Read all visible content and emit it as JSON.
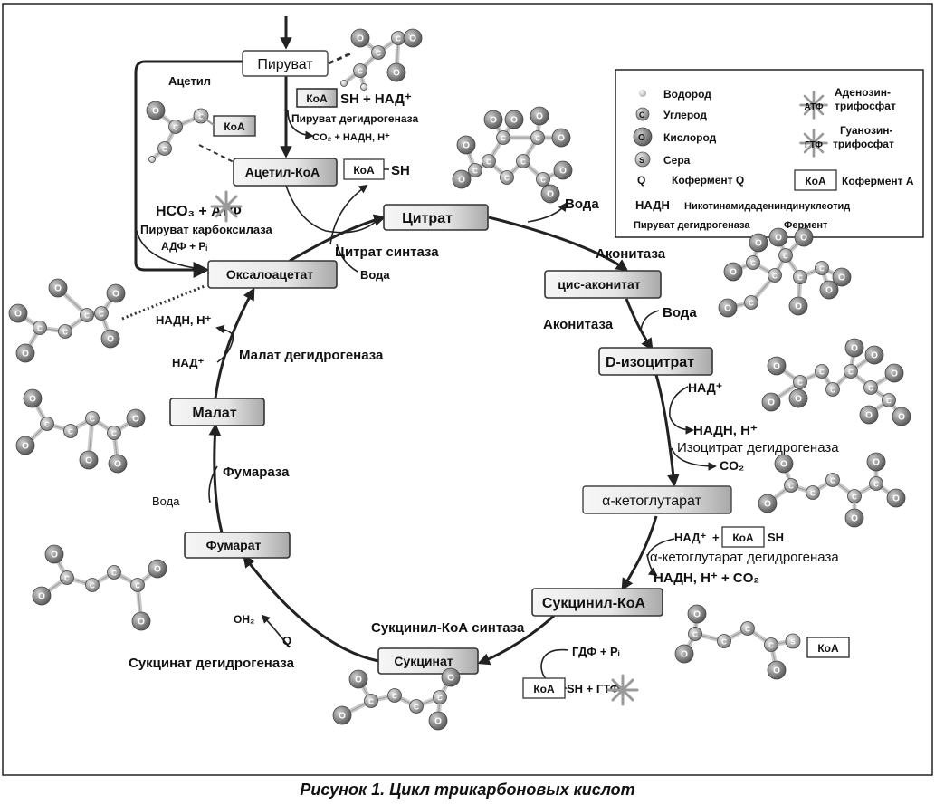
{
  "figure_caption": "Рисунок 1. Цикл трикарбоновых кислот",
  "legend": {
    "hydrogen": "Водород",
    "carbon": "Углерод",
    "oxygen": "Кислород",
    "sulfur": "Сера",
    "coq": "Кофермент Q",
    "nadh_abbr": "НАДН",
    "nadh_full": "Никотинамидадениндинуклеотид",
    "pdh": "Пируват дегидрогеназа",
    "enzyme": "Фермент",
    "atp_abbr": "АТФ",
    "atp_full_1": "Аденозин-",
    "atp_full_2": "трифосфат",
    "gtp_abbr": "ГТФ",
    "gtp_full_1": "Гуанозин-",
    "gtp_full_2": "трифосфат",
    "coa_box": "КоА",
    "coa_full": "Кофермент А",
    "atom_c": "C",
    "atom_o": "O",
    "atom_s": "S",
    "atom_q": "Q"
  },
  "metabolites": {
    "pyruvate": "Пируват",
    "acetyl_coa": "Ацетил-КоА",
    "citrate": "Цитрат",
    "cis_aconitate": "цис-аконитат",
    "d_isocitrate": "D-изоцитрат",
    "alpha_kg": "α-кетоглутарат",
    "succinyl_coa": "Сукцинил-КоА",
    "succinate": "Сукцинат",
    "fumarate": "Фумарат",
    "malate": "Малат",
    "oxaloacetate": "Оксалоацетат"
  },
  "labels": {
    "acetyl": "Ацетил",
    "coa": "КоА",
    "sh_nad": "SH + НАД⁺",
    "pdh_enzyme": "Пируват дегидрогеназа",
    "co2_nadh_h": "CO₂ + НАДН, Н⁺",
    "sh": "SH",
    "hco3_atp": "HCO₃ + АТФ",
    "pyruvate_carboxylase": "Пируват карбоксилаза",
    "adp_pi": "АДФ + Pᵢ",
    "citrate_synthase": "Цитрат синтаза",
    "water": "Вода",
    "aconitase_1": "Аконитаза",
    "aconitase_2": "Аконитаза",
    "water_out_citrate": "Вода",
    "water_in_aconitase": "Вода",
    "nad_plus_1": "НАД⁺",
    "nadh_h_1": "НАДН, Н⁺",
    "isocitrate_dh": "Изоцитрат дегидрогеназа",
    "co2_1": "CO₂",
    "nad_plus_2": "НАД⁺",
    "plus": "+",
    "sh_2": "SH",
    "akg_dh": "α-кетоглутарат дегидрогеназа",
    "nadh_h_co2": "НАДН, Н⁺ + CO₂",
    "gdp_pi": "ГДФ + Pᵢ",
    "sh_gtp": "SH + ГТФ",
    "succinyl_coa_synthase": "Сукцинил-КоА синтаза",
    "oh2": "OH₂",
    "q": "Q",
    "succinate_dh": "Сукцинат дегидрогеназа",
    "fumarase": "Фумараза",
    "water_fumarase": "Вода",
    "malate_dh": "Малат дегидрогеназа",
    "nad_plus_3": "НАД⁺",
    "nadh_h_3": "НАДН, Н⁺"
  },
  "colors": {
    "box_light": "#f4f4f4",
    "box_dark": "#b8b8b8",
    "atom_oxygen": "#6f6f6f",
    "atom_carbon": "#8a8a8a",
    "atom_sulfur": "#9a9a9a",
    "bond": "#c8c8c8",
    "hydrogen": "#d8d8d8"
  }
}
